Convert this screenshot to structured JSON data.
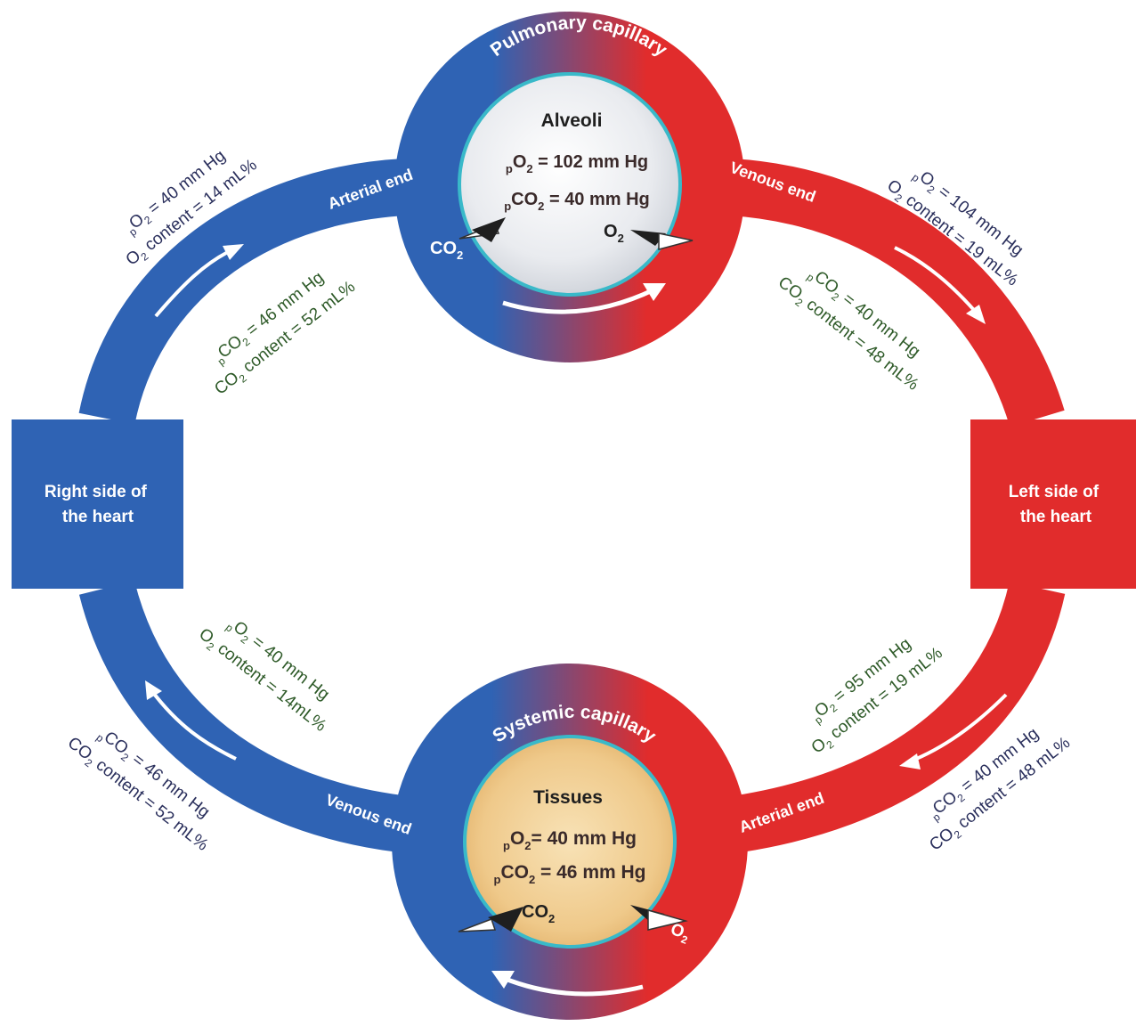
{
  "colors": {
    "venous_blue": "#2f63b4",
    "arterial_red": "#e12c2c",
    "membrane": "#39b9c9",
    "dark_label": "#2a2f5c",
    "green_label": "#2e5a28"
  },
  "pulmonary": {
    "arc_label": "Pulmonary capillary",
    "compartment": "Alveoli",
    "po2": {
      "pre": "p",
      "base": "O",
      "sub": "2",
      "rest": " = 102 mm Hg"
    },
    "pco2": {
      "pre": "p",
      "base": "CO",
      "sub": "2",
      "rest": " = 40 mm Hg"
    },
    "gas_in": {
      "base": "CO",
      "sub": "2"
    },
    "gas_out": {
      "base": "O",
      "sub": "2"
    },
    "arterial_end": "Arterial end",
    "venous_end": "Venous end"
  },
  "systemic": {
    "arc_label": "Systemic capillary",
    "compartment": "Tissues",
    "po2": {
      "pre": "p",
      "base": "O",
      "sub": "2",
      "rest": "= 40 mm Hg"
    },
    "pco2": {
      "pre": "p",
      "base": "CO",
      "sub": "2",
      "rest": " = 46 mm Hg"
    },
    "gas_in": {
      "base": "O",
      "sub": "2"
    },
    "gas_out": {
      "base": "CO",
      "sub": "2"
    },
    "arterial_end": "Arterial end",
    "venous_end": "Venous end"
  },
  "heart": {
    "right": {
      "line1": "Right side of",
      "line2": "the heart"
    },
    "left": {
      "line1": "Left side of",
      "line2": "the heart"
    }
  },
  "annotations": {
    "top_left_outer": {
      "line1": {
        "pre": "p",
        "base": "O",
        "sub": "2",
        "rest": " = 40 mm Hg"
      },
      "line2": {
        "base": "O",
        "sub": "2",
        "rest": " content = 14 mL%"
      }
    },
    "top_left_inner": {
      "line1": {
        "pre": "p",
        "base": "CO",
        "sub": "2",
        "rest": " = 46 mm Hg"
      },
      "line2": {
        "base": "CO",
        "sub": "2",
        "rest": " content = 52 mL%"
      }
    },
    "top_right_outer": {
      "line1": {
        "pre": "p",
        "base": "O",
        "sub": "2",
        "rest": " = 104 mm Hg"
      },
      "line2": {
        "base": "O",
        "sub": "2",
        "rest": " content = 19 mL%"
      }
    },
    "top_right_inner": {
      "line1": {
        "pre": "p",
        "base": "CO",
        "sub": "2",
        "rest": " = 40 mm Hg"
      },
      "line2": {
        "base": "CO",
        "sub": "2",
        "rest": " content = 48 mL%"
      }
    },
    "bottom_left_inner": {
      "line1": {
        "pre": "p",
        "base": "O",
        "sub": "2",
        "rest": " = 40 mm Hg"
      },
      "line2": {
        "base": "O",
        "sub": "2",
        "rest": " content = 14mL%"
      }
    },
    "bottom_left_outer": {
      "line1": {
        "pre": "p",
        "base": "CO",
        "sub": "2",
        "rest": " = 46 mm Hg"
      },
      "line2": {
        "base": "CO",
        "sub": "2",
        "rest": " content = 52 mL%"
      }
    },
    "bottom_right_inner": {
      "line1": {
        "pre": "p",
        "base": "O",
        "sub": "2",
        "rest": " = 95 mm Hg"
      },
      "line2": {
        "base": "O",
        "sub": "2",
        "rest": " content = 19 mL%"
      }
    },
    "bottom_right_outer": {
      "line1": {
        "pre": "p",
        "base": "CO",
        "sub": "2",
        "rest": " = 40 mm Hg"
      },
      "line2": {
        "base": "CO",
        "sub": "2",
        "rest": " content = 48 mL%"
      }
    }
  }
}
